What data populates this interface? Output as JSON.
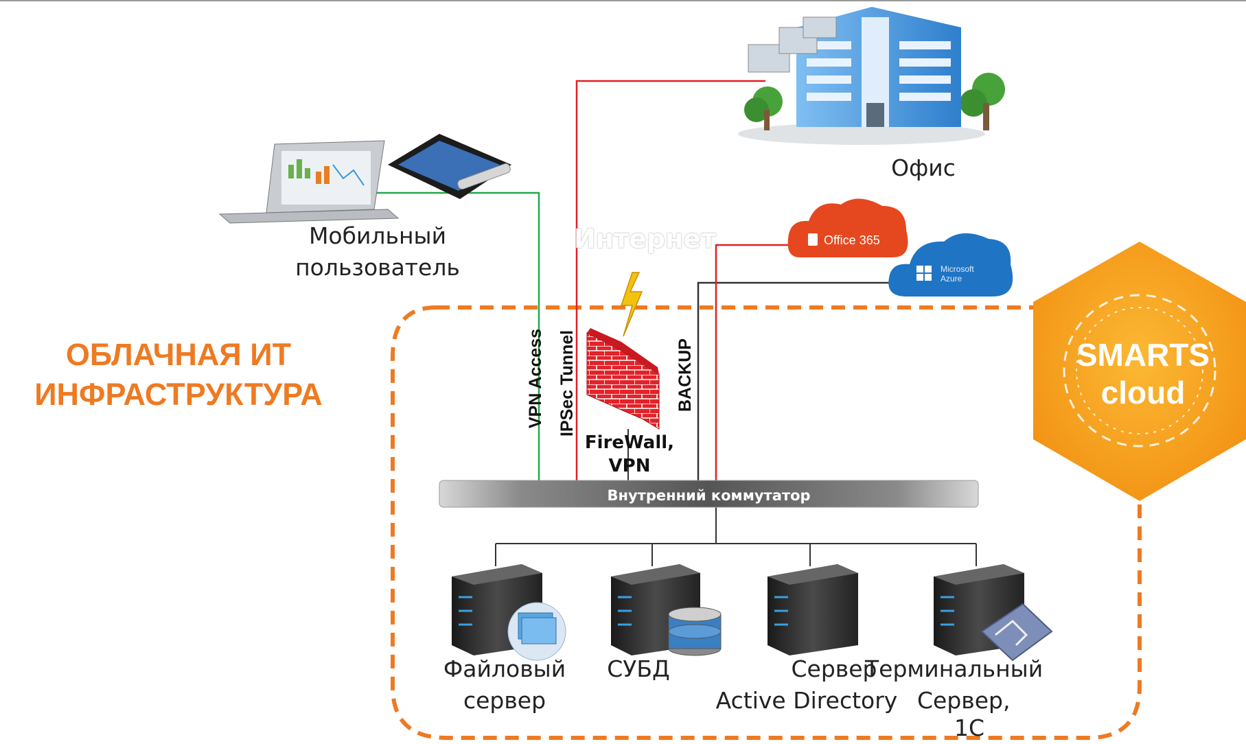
{
  "title": [
    "ОБЛАЧНАЯ ИТ",
    "ИНФРАСТРУКТУРА"
  ],
  "nodes": {
    "office": "Офис",
    "mobile_user": [
      "Мобильный",
      "пользователь"
    ],
    "internet": "Интернет",
    "office365": "Office 365",
    "azure": [
      "Microsoft",
      "Azure"
    ],
    "firewall": [
      "FireWall,",
      "VPN"
    ],
    "switch": "Внутренний коммутатор"
  },
  "links": {
    "vpn_access": "VPN Access",
    "ipsec_tunnel": "IPSec Tunnel",
    "backup": "BACKUP"
  },
  "servers": {
    "file": [
      "Файловый",
      "сервер"
    ],
    "dbms": "СУБД",
    "active_directory": [
      "Сервер",
      "Active Directory"
    ],
    "terminal": [
      "Терминальный",
      "Сервер,",
      "1С"
    ]
  },
  "brand": [
    "SMARTS",
    "cloud"
  ],
  "colors": {
    "accent_orange": "#ee7a22",
    "link_red": "#e31e24",
    "link_green": "#1faa4a",
    "link_dark": "#333333",
    "office365_red": "#e5481f",
    "azure_blue": "#1f74c4",
    "building_blue": "#3d8fd9"
  }
}
